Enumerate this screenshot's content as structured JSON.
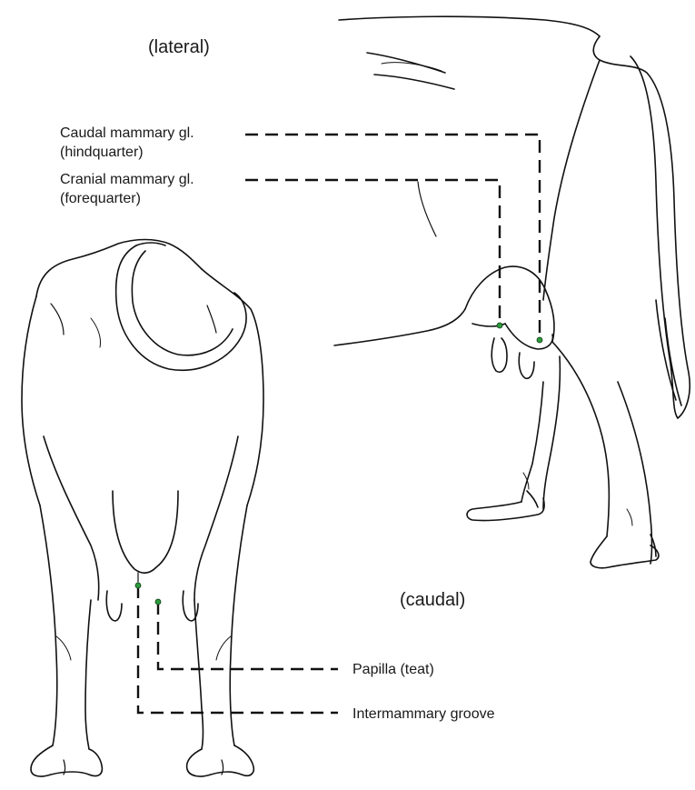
{
  "views": {
    "lateral": "(lateral)",
    "caudal": "(caudal)"
  },
  "labels": {
    "caudal_gland": {
      "line1": "Caudal mammary gl.",
      "line2": "(hindquarter)"
    },
    "cranial_gland": {
      "line1": "Cranial mammary gl.",
      "line2": "(forequarter)"
    },
    "teat": "Papilla (teat)",
    "groove": "Intermammary groove"
  },
  "colors": {
    "ink": "#111111",
    "leader_line": "#111111",
    "marker_dot": "#2e9a3c",
    "background": "#ffffff"
  }
}
